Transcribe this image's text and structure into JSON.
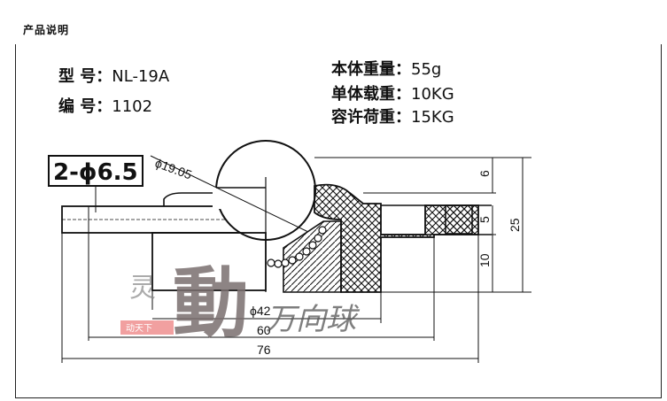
{
  "header": {
    "title": "产品说明"
  },
  "specs_left": [
    {
      "label": "型    号：",
      "value": "NL-19A"
    },
    {
      "label": "编    号：",
      "value": "1102"
    }
  ],
  "specs_right": [
    {
      "label": "本体重量：",
      "value": "55g"
    },
    {
      "label": "单体载重：",
      "value": "10KG"
    },
    {
      "label": "容许荷重：",
      "value": "15KG"
    }
  ],
  "drawing": {
    "hole_callout": "2-ϕ6.5",
    "ball_diameter": "ϕ19.05",
    "inner_diameter": "ϕ42",
    "dim_60": "60",
    "dim_76": "76",
    "dim_6": "6",
    "dim_5": "5",
    "dim_10": "10",
    "dim_25": "25"
  },
  "watermark": {
    "main": "動",
    "side": "灵",
    "tail": "万向球",
    "stamp": "动天下"
  }
}
